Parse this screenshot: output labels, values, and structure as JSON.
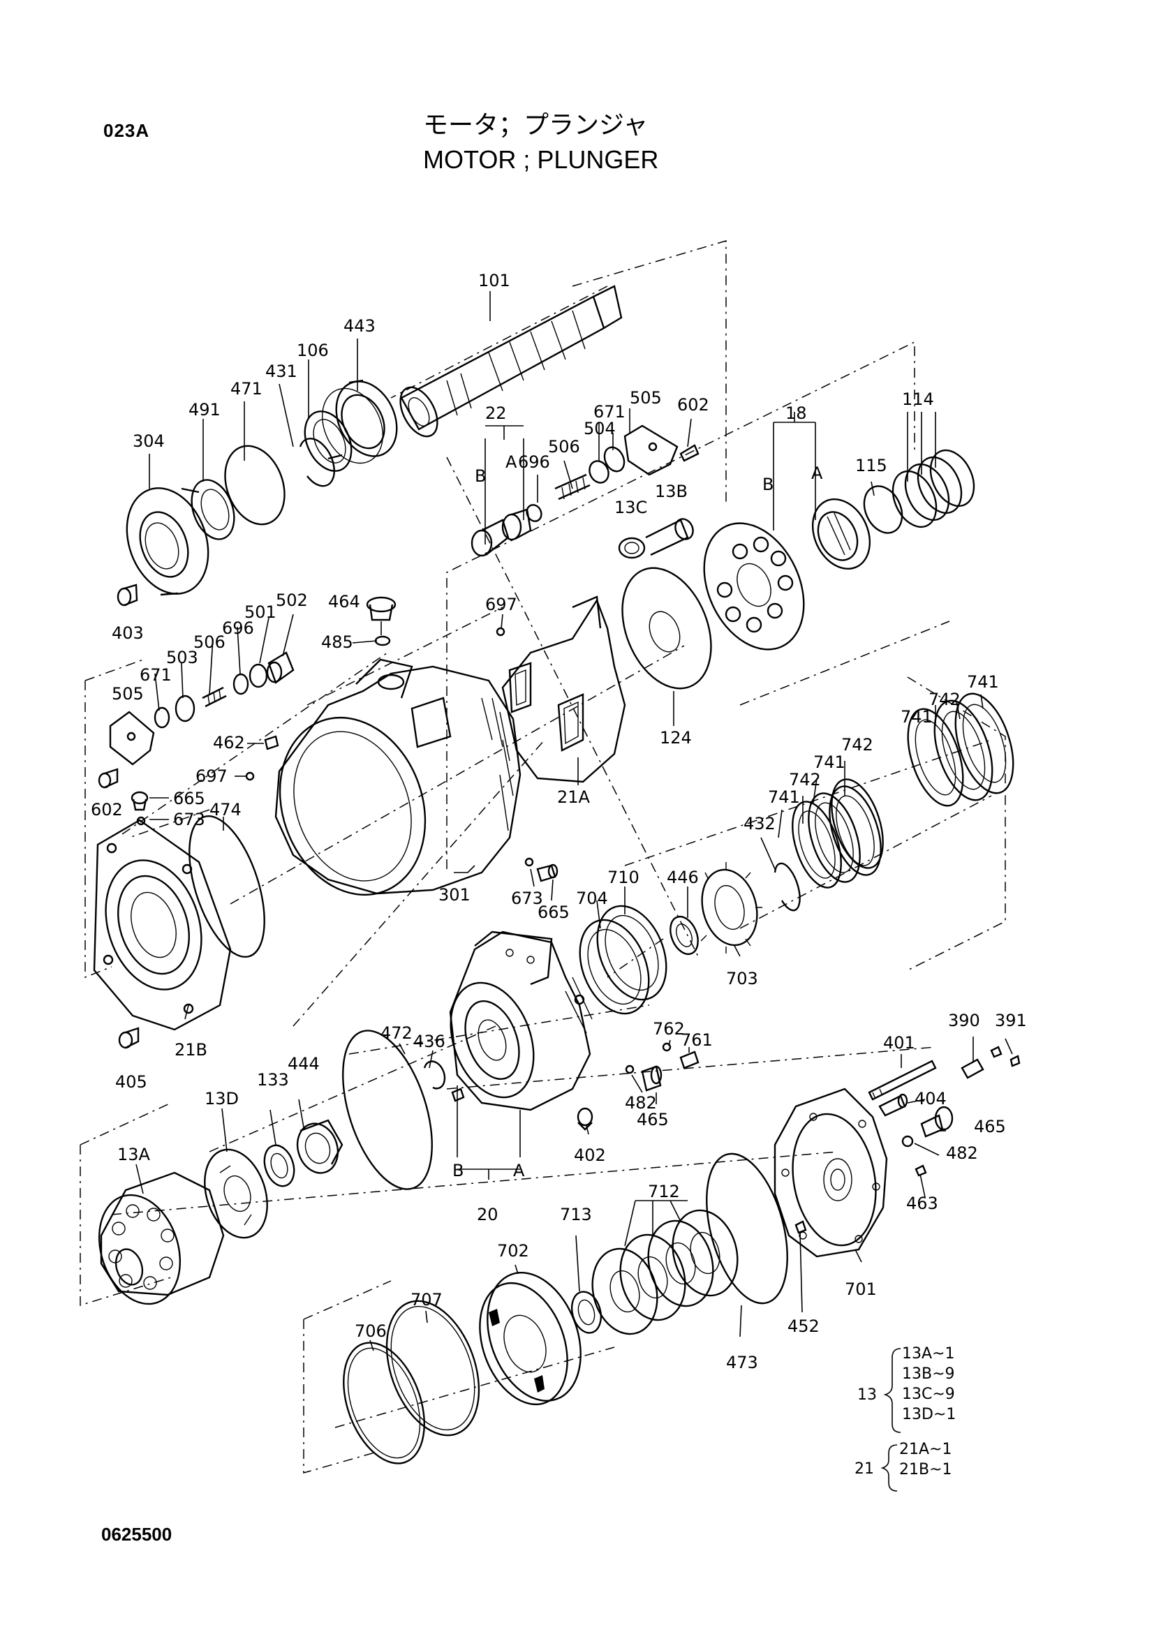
{
  "header": {
    "page_code": "023A",
    "title_jp": "モータ；プランジャ",
    "title_en": "MOTOR ; PLUNGER"
  },
  "footer": {
    "drawing_number": "0625500"
  },
  "callouts": {
    "c101": "101",
    "c443": "443",
    "c106": "106",
    "c431": "431",
    "c471": "471",
    "c491": "491",
    "c304": "304",
    "c403": "403",
    "c22": "22",
    "c22b": "B",
    "c22a": "A",
    "c696a": "696",
    "c506a": "506",
    "c671a": "671",
    "c504": "504",
    "c505a": "505",
    "c602a": "602",
    "c13b": "13B",
    "c13c": "13C",
    "c18": "18",
    "c18b": "B",
    "c18a": "A",
    "c114": "114",
    "c115": "115",
    "c464": "464",
    "c485": "485",
    "c697a": "697",
    "c502": "502",
    "c501": "501",
    "c696b": "696",
    "c506b": "506",
    "c503": "503",
    "c671b": "671",
    "c505b": "505",
    "c602b": "602",
    "c462": "462",
    "c697b": "697",
    "c665a": "665",
    "c673a": "673",
    "c474": "474",
    "c21a": "21A",
    "c124": "124",
    "c741a": "741",
    "c742a": "742",
    "c741b": "741",
    "c742b": "742",
    "c741c": "741",
    "c742c": "742",
    "c741d": "741",
    "c432": "432",
    "c301": "301",
    "c673b": "673",
    "c665b": "665",
    "c710": "710",
    "c704": "704",
    "c446": "446",
    "c703": "703",
    "c21b": "21B",
    "c405": "405",
    "c472": "472",
    "c436": "436",
    "c762": "762",
    "c761": "761",
    "c401": "401",
    "c390": "390",
    "c391": "391",
    "c404": "404",
    "c465a": "465",
    "c465b": "465",
    "c482a": "482",
    "c482b": "482",
    "c402": "402",
    "c463": "463",
    "c13d": "13D",
    "c133": "133",
    "c444": "444",
    "c13a": "13A",
    "c20": "20",
    "c20b": "B",
    "c20a": "A",
    "c712": "712",
    "c713": "713",
    "c702": "702",
    "c701": "701",
    "c452": "452",
    "c473": "473",
    "c707": "707",
    "c706": "706"
  },
  "legend": {
    "group13": {
      "label": "13",
      "items": [
        "13A~1",
        "13B~9",
        "13C~9",
        "13D~1"
      ]
    },
    "group21": {
      "label": "21",
      "items": [
        "21A~1",
        "21B~1"
      ]
    }
  }
}
